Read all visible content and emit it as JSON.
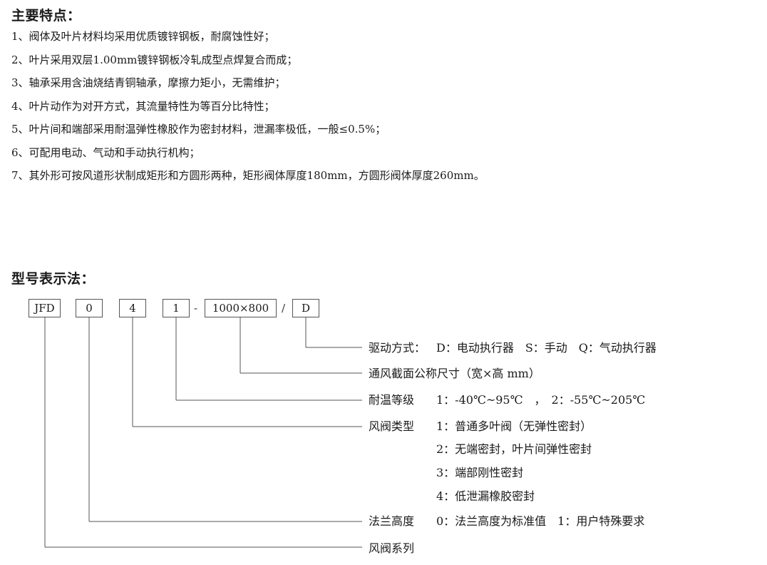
{
  "features_heading": "主要特点：",
  "features": [
    "1、阀体及叶片材料均采用优质镀锌钢板，耐腐蚀性好；",
    "2、叶片采用双层1.00mm镀锌钢板冷轧成型点焊复合而成；",
    "3、轴承采用含油烧结青铜轴承，摩擦力矩小，无需维护；",
    "4、叶片动作为对开方式，其流量特性为等百分比特性；",
    "5、叶片间和端部采用耐温弹性橡胶作为密封材料，泄漏率极低，一般≤0.5%；",
    "6、可配用电动、气动和手动执行机构；",
    "7、其外形可按风道形状制成矩形和方圆形两种，矩形阀体厚度180mm，方圆形阀体厚度260mm。"
  ],
  "model_heading": "型号表示法：",
  "model_code": {
    "series": "JFD",
    "flange": "0",
    "type": "4",
    "temp": "1",
    "dash": "-",
    "size": "1000×800",
    "slash": "/",
    "drive": "D"
  },
  "descriptions": {
    "drive": {
      "label": "驱动方式：",
      "value": "D：电动执行器　S：手动　Q：气动执行器"
    },
    "size": {
      "label": "通风截面公称尺寸（宽×高 mm）"
    },
    "temp": {
      "label": "耐温等级",
      "value": "1：-40℃~95℃　，　2：-55℃~205℃"
    },
    "type": {
      "label": "风阀类型",
      "values": [
        "1：普通多叶阀（无弹性密封）",
        "2：无端密封，叶片间弹性密封",
        "3：端部刚性密封",
        "4：低泄漏橡胶密封"
      ]
    },
    "flange": {
      "label": "法兰高度",
      "value": "0：法兰高度为标准值　1：用户特殊要求"
    },
    "series": {
      "label": "风阀系列"
    }
  }
}
